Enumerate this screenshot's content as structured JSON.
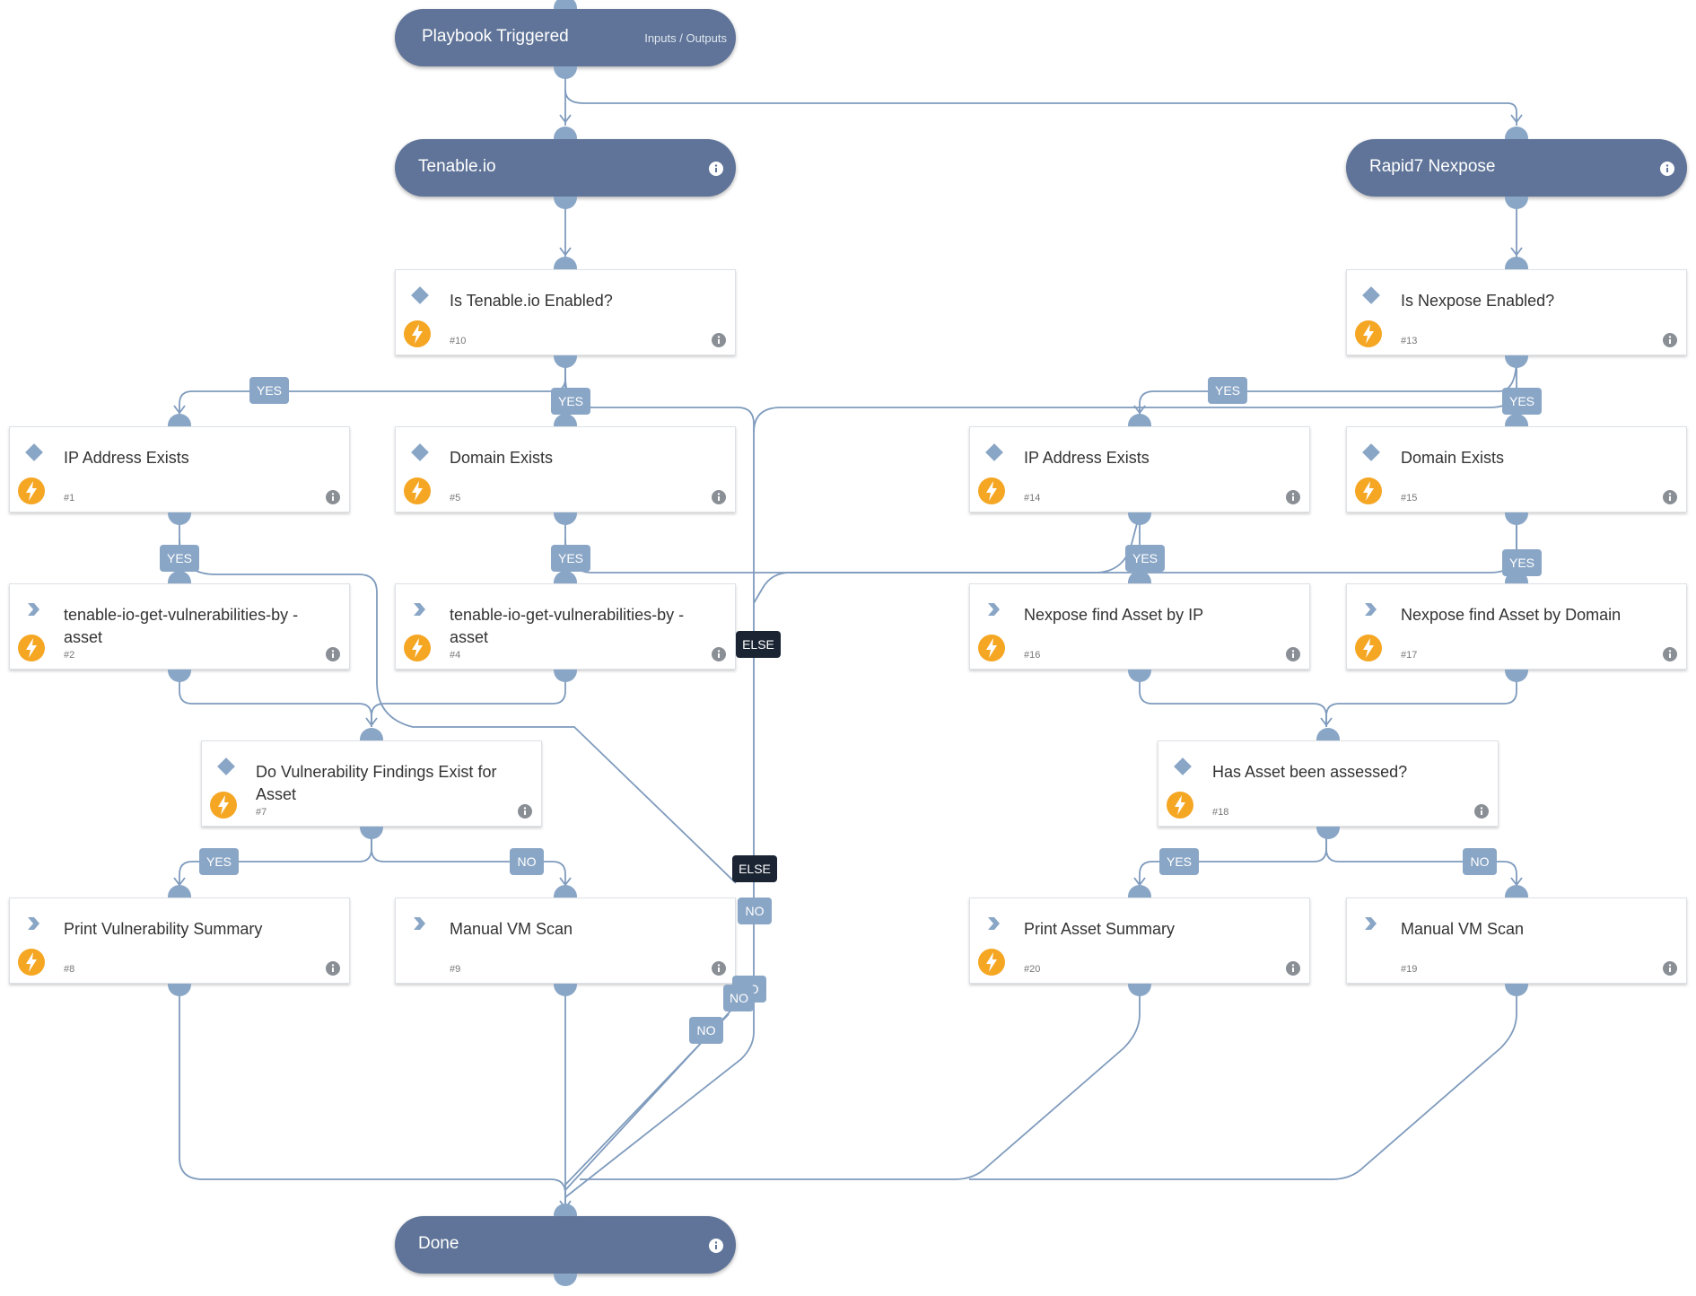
{
  "playbook": {
    "start": {
      "title": "Playbook Triggered",
      "io_link": "Inputs / Outputs"
    },
    "end": {
      "title": "Done"
    },
    "sections": [
      {
        "id": "tenable",
        "title": "Tenable.io"
      },
      {
        "id": "rapid7",
        "title": "Rapid7 Nexpose"
      }
    ],
    "tasks": [
      {
        "id": "t10",
        "type": "condition",
        "name": "Is Tenable.io Enabled?",
        "number": "#10",
        "automated": true
      },
      {
        "id": "t1",
        "type": "condition",
        "name": "IP Address Exists",
        "number": "#1",
        "automated": true
      },
      {
        "id": "t5",
        "type": "condition",
        "name": "Domain Exists",
        "number": "#5",
        "automated": true
      },
      {
        "id": "t2",
        "type": "action",
        "name": "tenable-io-get-vulnerabilities-by -asset",
        "number": "#2",
        "automated": true
      },
      {
        "id": "t4",
        "type": "action",
        "name": "tenable-io-get-vulnerabilities-by -asset",
        "number": "#4",
        "automated": true
      },
      {
        "id": "t7",
        "type": "condition",
        "name": "Do Vulnerability Findings Exist for Asset",
        "number": "#7",
        "automated": true
      },
      {
        "id": "t8",
        "type": "action",
        "name": "Print Vulnerability Summary",
        "number": "#8",
        "automated": true
      },
      {
        "id": "t9",
        "type": "action",
        "name": "Manual VM Scan",
        "number": "#9",
        "automated": false
      },
      {
        "id": "t13",
        "type": "condition",
        "name": "Is Nexpose Enabled?",
        "number": "#13",
        "automated": true
      },
      {
        "id": "t14",
        "type": "condition",
        "name": "IP Address Exists",
        "number": "#14",
        "automated": true
      },
      {
        "id": "t15",
        "type": "condition",
        "name": "Domain Exists",
        "number": "#15",
        "automated": true
      },
      {
        "id": "t16",
        "type": "action",
        "name": "Nexpose find Asset by IP",
        "number": "#16",
        "automated": true
      },
      {
        "id": "t17",
        "type": "action",
        "name": "Nexpose find Asset by Domain",
        "number": "#17",
        "automated": true
      },
      {
        "id": "t18",
        "type": "condition",
        "name": "Has Asset been assessed?",
        "number": "#18",
        "automated": true
      },
      {
        "id": "t20",
        "type": "action",
        "name": "Print Asset Summary",
        "number": "#20",
        "automated": true
      },
      {
        "id": "t19",
        "type": "action",
        "name": "Manual VM Scan",
        "number": "#19",
        "automated": false
      }
    ],
    "branch_labels": [
      {
        "id": "b1",
        "text": "YES"
      },
      {
        "id": "b2",
        "text": "YES"
      },
      {
        "id": "b3",
        "text": "YES"
      },
      {
        "id": "b4",
        "text": "YES"
      },
      {
        "id": "b5",
        "text": "YES"
      },
      {
        "id": "b6",
        "text": "YES"
      },
      {
        "id": "b7",
        "text": "YES"
      },
      {
        "id": "b8",
        "text": "YES"
      },
      {
        "id": "b9",
        "text": "ELSE"
      },
      {
        "id": "b10",
        "text": "ELSE"
      },
      {
        "id": "b11",
        "text": "YES"
      },
      {
        "id": "b12",
        "text": "NO"
      },
      {
        "id": "b13",
        "text": "YES"
      },
      {
        "id": "b14",
        "text": "NO"
      },
      {
        "id": "b15",
        "text": "NO"
      },
      {
        "id": "b16",
        "text": "NO"
      },
      {
        "id": "b17",
        "text": "NO"
      },
      {
        "id": "b18",
        "text": "NO"
      }
    ],
    "colors": {
      "section_fill": "#5f7498",
      "edge": "#7f9bbd",
      "branch_label": "#8aa6c6",
      "else_label": "#1b2433",
      "automation_badge": "#f5a623"
    },
    "icons": {
      "condition": "diamond-icon",
      "action": "chevron-right-icon",
      "automation": "lightning-bolt-icon",
      "details": "info-icon"
    }
  }
}
